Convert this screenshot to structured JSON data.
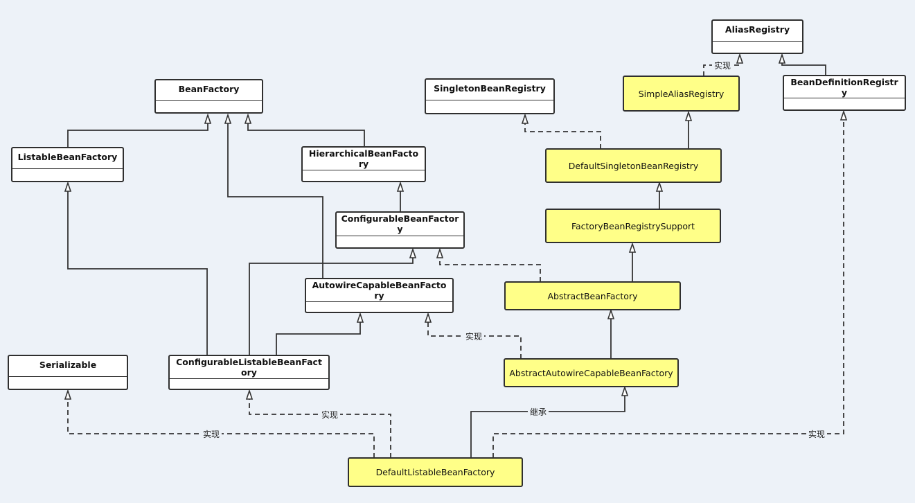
{
  "nodes": {
    "alias_registry": "AliasRegistry",
    "bean_factory": "BeanFactory",
    "singleton_bean_registry": "SingletonBeanRegistry",
    "simple_alias_registry": "SimpleAliasRegistry",
    "bean_definition_registry": "BeanDefinitionRegistry",
    "listable_bean_factory": "ListableBeanFactory",
    "hierarchical_bean_factory": "HierarchicalBeanFactory",
    "default_singleton_bean_registry": "DefaultSingletonBeanRegistry",
    "configurable_bean_factory": "ConfigurableBeanFactory",
    "factory_bean_registry_support": "FactoryBeanRegistrySupport",
    "autowire_capable_bean_factory": "AutowireCapableBeanFactory",
    "abstract_bean_factory": "AbstractBeanFactory",
    "serializable": "Serializable",
    "configurable_listable_bean_factory": "ConfigurableListableBeanFactory",
    "abstract_autowire_capable_bean_factory": "AbstractAutowireCapableBeanFactory",
    "default_listable_bean_factory": "DefaultListableBeanFactory"
  },
  "edge_labels": {
    "implements": "实现",
    "extends": "继承"
  },
  "colors": {
    "background": "#edf2f8",
    "interface_fill": "#ffffff",
    "class_fill": "#ffff88",
    "line": "#2f2f2f"
  }
}
